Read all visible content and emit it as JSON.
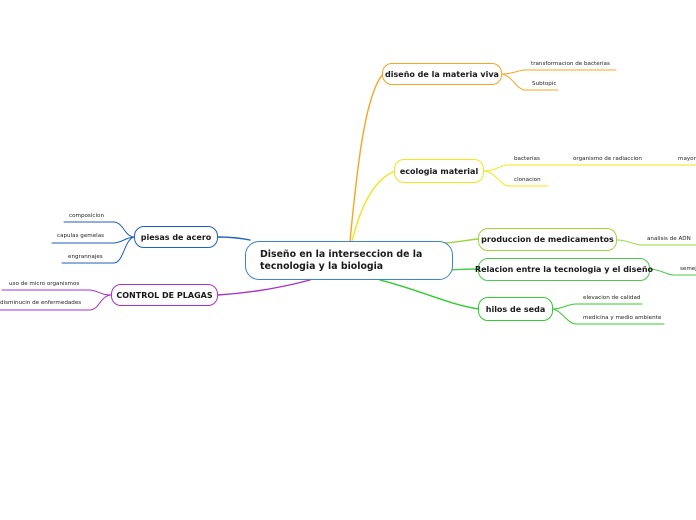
{
  "root": {
    "label": "Diseño en la interseccion de la tecnologia y la biologia",
    "color": "#3c86c6"
  },
  "branches": [
    {
      "id": "materia",
      "label": "diseño de la materia viva",
      "color": "#f5a623",
      "children": [
        {
          "label": "transformacion de bacterias"
        },
        {
          "label": "Subtopic"
        }
      ]
    },
    {
      "id": "ecologia",
      "label": "ecologia material",
      "color": "#f3e51a",
      "children": [
        {
          "label": "bacterias",
          "children": [
            {
              "label": "organismo de radiaccion",
              "children": [
                {
                  "label": "mayor"
                }
              ]
            }
          ]
        },
        {
          "label": "clonacion"
        }
      ]
    },
    {
      "id": "medicamentos",
      "label": "produccion de medicamentos",
      "color": "#9ed63a",
      "children": [
        {
          "label": "analisis de ADN"
        }
      ]
    },
    {
      "id": "relacion",
      "label": "Relacion entre la tecnologia y el diseño",
      "color": "#4cc94c",
      "children": [
        {
          "label": "semejanzas"
        }
      ]
    },
    {
      "id": "seda",
      "label": "hilos de seda",
      "color": "#33cc33",
      "children": [
        {
          "label": "elevacion de calidad"
        },
        {
          "label": "medicina y medio ambiente"
        }
      ]
    },
    {
      "id": "acero",
      "label": "piesas de acero",
      "color": "#1f5fbf",
      "children": [
        {
          "label": "composicion"
        },
        {
          "label": "capulas gemelas"
        },
        {
          "label": "engrannajes"
        }
      ]
    },
    {
      "id": "plagas",
      "label": "CONTROL DE PLAGAS",
      "color": "#a633cc",
      "children": [
        {
          "label": "uso de micro organismos"
        },
        {
          "label": "disminucin de enfermedades"
        }
      ]
    }
  ]
}
